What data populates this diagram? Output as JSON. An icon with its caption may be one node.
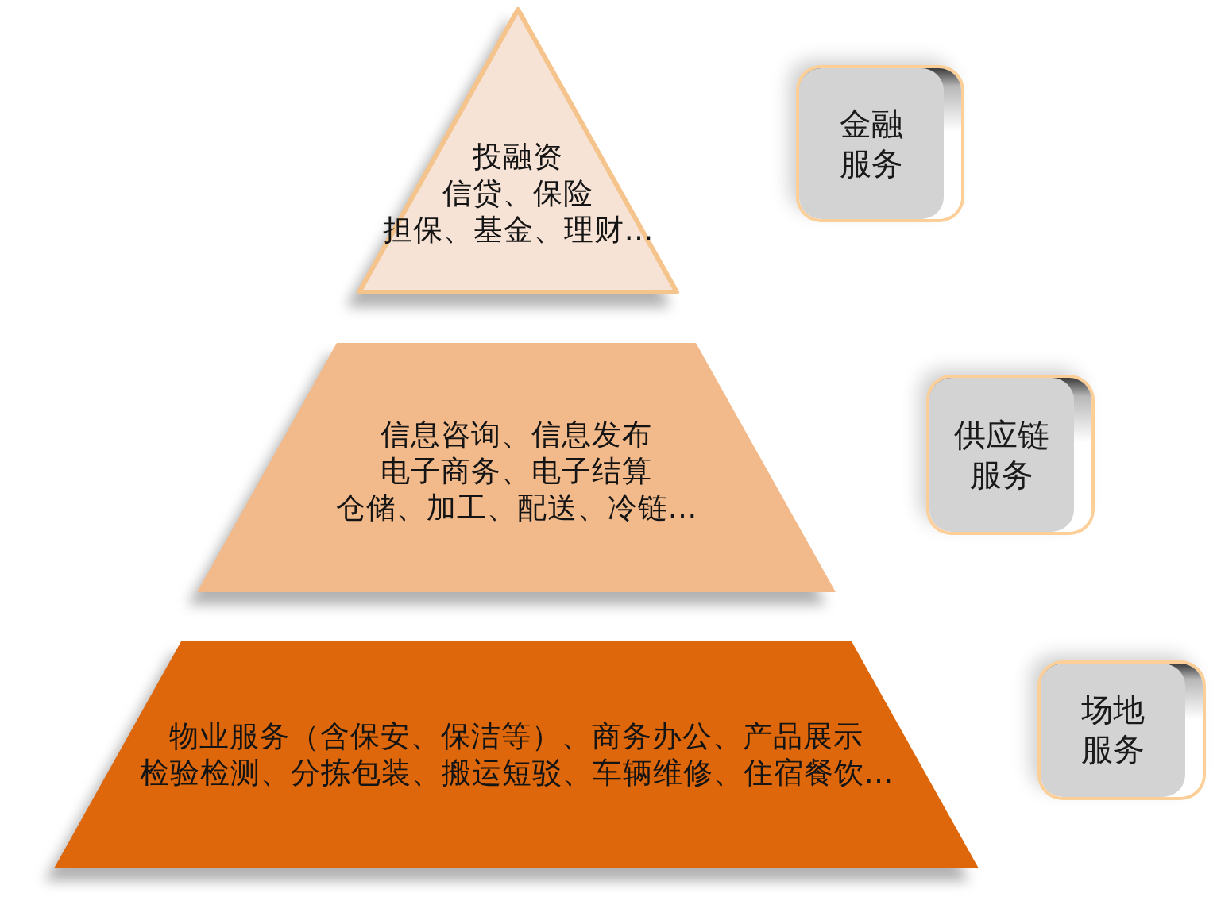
{
  "diagram": {
    "nodes": [
      {
        "text": [
          "投融资",
          "信贷、保险",
          "担保、基金、理财…"
        ]
      },
      {
        "text": [
          "金融服务"
        ]
      },
      {
        "text": [
          "信息咨询、信息发布",
          "电子商务、电子结算",
          "仓储、加工、配送、冷链…"
        ]
      },
      {
        "text": [
          "供应链服务"
        ]
      },
      {
        "text": [
          "物业服务（含保安、保洁等）、商务办公、产品展示",
          "检验检测、分拣包装、搬运短驳、车辆维修、住宿餐饮…"
        ]
      },
      {
        "text": [
          "场地服务"
        ]
      }
    ]
  }
}
